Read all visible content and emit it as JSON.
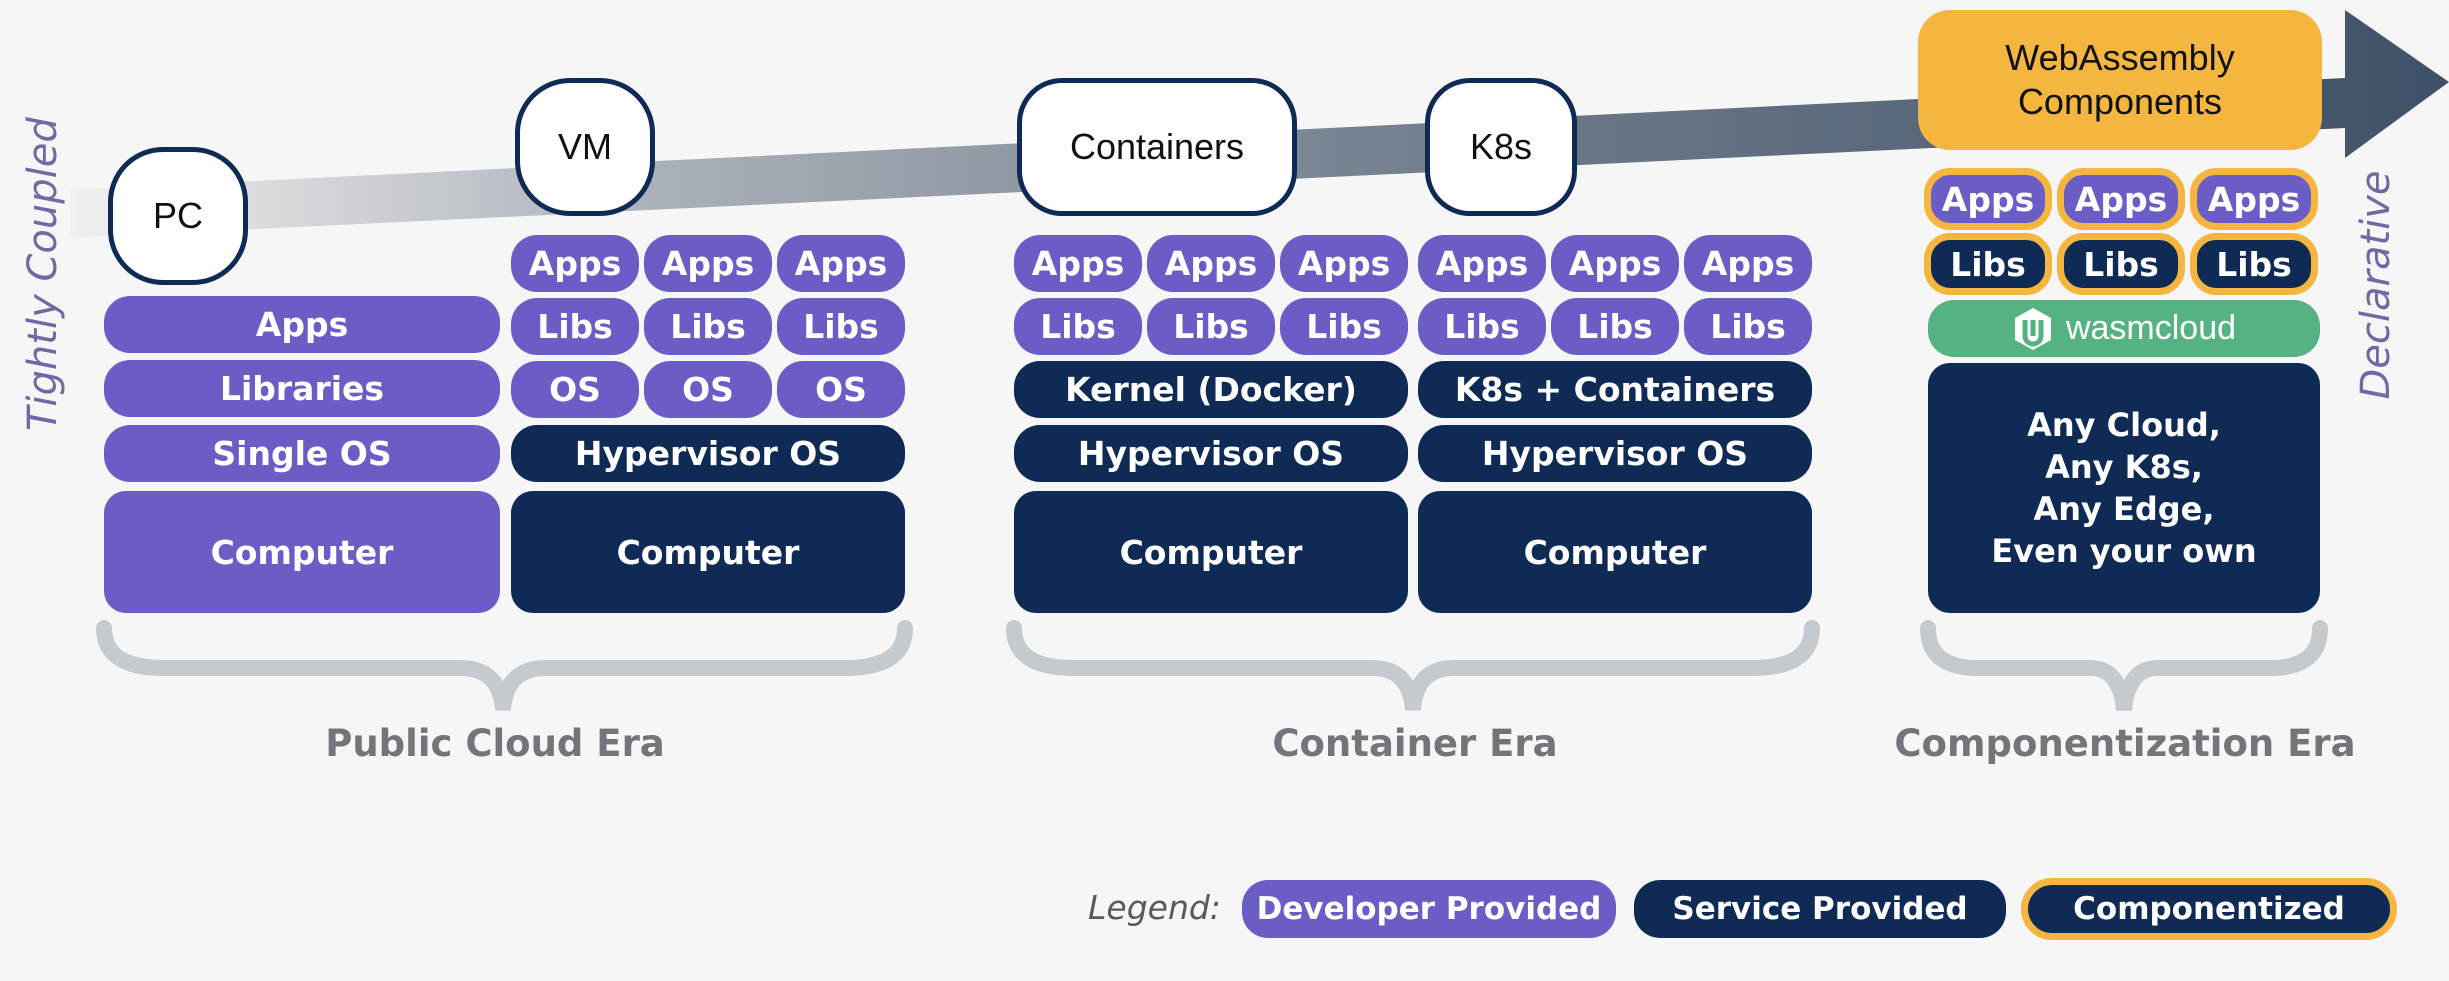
{
  "axis": {
    "left_label": "Tightly Coupled",
    "right_label": "Declarative"
  },
  "tech": {
    "pc": "PC",
    "vm": "VM",
    "containers": "Containers",
    "k8s": "K8s",
    "wasm_line1": "WebAssembly",
    "wasm_line2": "Components"
  },
  "stacks": {
    "pc": {
      "apps": "Apps",
      "libraries": "Libraries",
      "os": "Single OS",
      "computer": "Computer"
    },
    "vm": {
      "apps": [
        "Apps",
        "Apps",
        "Apps"
      ],
      "libs": [
        "Libs",
        "Libs",
        "Libs"
      ],
      "os": [
        "OS",
        "OS",
        "OS"
      ],
      "hypervisor": "Hypervisor OS",
      "computer": "Computer"
    },
    "containers": {
      "apps": [
        "Apps",
        "Apps",
        "Apps"
      ],
      "libs": [
        "Libs",
        "Libs",
        "Libs"
      ],
      "kernel": "Kernel (Docker)",
      "hypervisor": "Hypervisor OS",
      "computer": "Computer"
    },
    "k8s": {
      "apps": [
        "Apps",
        "Apps",
        "Apps"
      ],
      "libs": [
        "Libs",
        "Libs",
        "Libs"
      ],
      "runtime": "K8s + Containers",
      "hypervisor": "Hypervisor OS",
      "computer": "Computer"
    },
    "wasm": {
      "apps": [
        "Apps",
        "Apps",
        "Apps"
      ],
      "libs": [
        "Libs",
        "Libs",
        "Libs"
      ],
      "platform": "wasmcloud",
      "platform_logo": "wasmcloud-logo-icon",
      "any_lines": [
        "Any Cloud,",
        "Any K8s,",
        "Any Edge,",
        "Even your own"
      ]
    }
  },
  "eras": {
    "public_cloud": "Public Cloud Era",
    "container": "Container Era",
    "componentization": "Componentization Era"
  },
  "legend": {
    "label": "Legend:",
    "developer": "Developer Provided",
    "service": "Service Provided",
    "componentized": "Componentized"
  },
  "colors": {
    "developer_provided": "#6a5ec6",
    "service_provided": "#0e2a55",
    "componentized_border": "#f4b63f",
    "wasmcloud_green": "#55b282",
    "arrow_dark": "#3f5168",
    "bracket": "#c5cacf"
  }
}
